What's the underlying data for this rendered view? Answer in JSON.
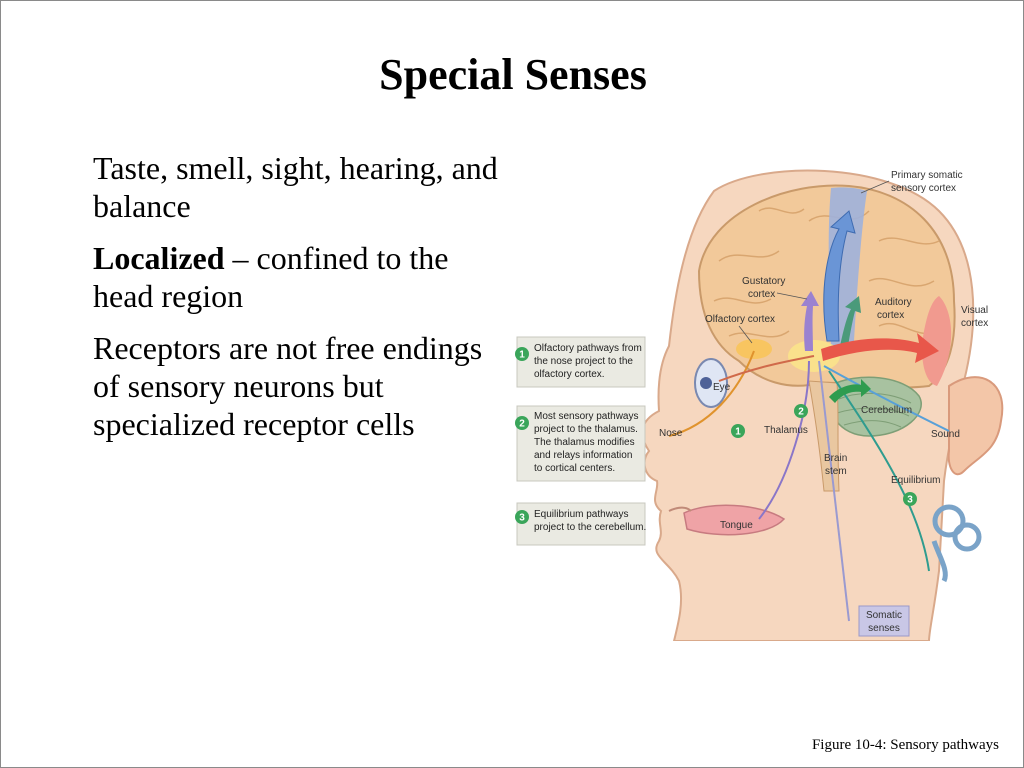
{
  "slide": {
    "title": "Special Senses",
    "bullets": {
      "b1": "Taste, smell, sight, hearing, and balance",
      "b2_strong": "Localized",
      "b2_rest": " – confined to the head region",
      "b3": "Receptors are not free endings of sensory neurons but specialized receptor cells"
    },
    "caption": "Figure 10-4: Sensory pathways"
  },
  "diagram": {
    "labels": {
      "primary_somatic_1": "Primary somatic",
      "primary_somatic_2": "sensory cortex",
      "gustatory_1": "Gustatory",
      "gustatory_2": "cortex",
      "olfactory_cortex": "Olfactory cortex",
      "auditory_1": "Auditory",
      "auditory_2": "cortex",
      "visual_1": "Visual",
      "visual_2": "cortex",
      "eye": "Eye",
      "nose": "Nose",
      "thalamus": "Thalamus",
      "cerebellum": "Cerebellum",
      "sound": "Sound",
      "brain_stem_1": "Brain",
      "brain_stem_2": "stem",
      "equilibrium": "Equilibrium",
      "tongue": "Tongue",
      "somatic_1": "Somatic",
      "somatic_2": "senses"
    },
    "callouts": {
      "c1_num": "1",
      "c1_l1": "Olfactory pathways from",
      "c1_l2": "the nose project to the",
      "c1_l3": "olfactory cortex.",
      "c2_num": "2",
      "c2_l1": "Most sensory pathways",
      "c2_l2": "project to the thalamus.",
      "c2_l3": "The thalamus modifies",
      "c2_l4": "and relays information",
      "c2_l5": "to cortical centers.",
      "c3_num": "3",
      "c3_l1": "Equilibrium pathways",
      "c3_l2": "project to the cerebellum."
    },
    "markers": {
      "m1": "1",
      "m2": "2",
      "m3": "3"
    },
    "colors": {
      "skin": "#f6d7bf",
      "brain": "#f2c99a",
      "cerebellum": "#a8c2a0",
      "somatic_band": "#9fb1dc",
      "visual_band": "#f19a8f",
      "step_green": "#3aa55a",
      "callout_bg": "#eaeae2"
    }
  }
}
